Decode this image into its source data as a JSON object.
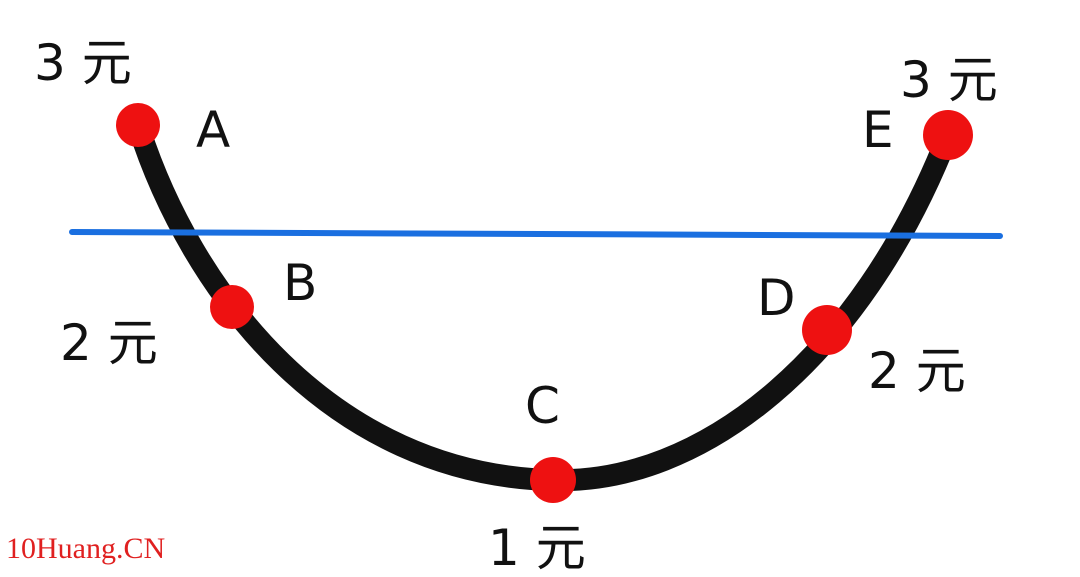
{
  "points": [
    {
      "id": "A",
      "label": "A",
      "price": "3 元"
    },
    {
      "id": "B",
      "label": "B",
      "price": "2 元"
    },
    {
      "id": "C",
      "label": "C",
      "price": "1 元"
    },
    {
      "id": "D",
      "label": "D",
      "price": "2 元"
    },
    {
      "id": "E",
      "label": "E",
      "price": "3 元"
    }
  ],
  "watermark": "10Huang.CN",
  "colors": {
    "curve": "#111111",
    "point": "#ee1111",
    "line": "#1a6fe0",
    "watermark": "#e02020"
  }
}
